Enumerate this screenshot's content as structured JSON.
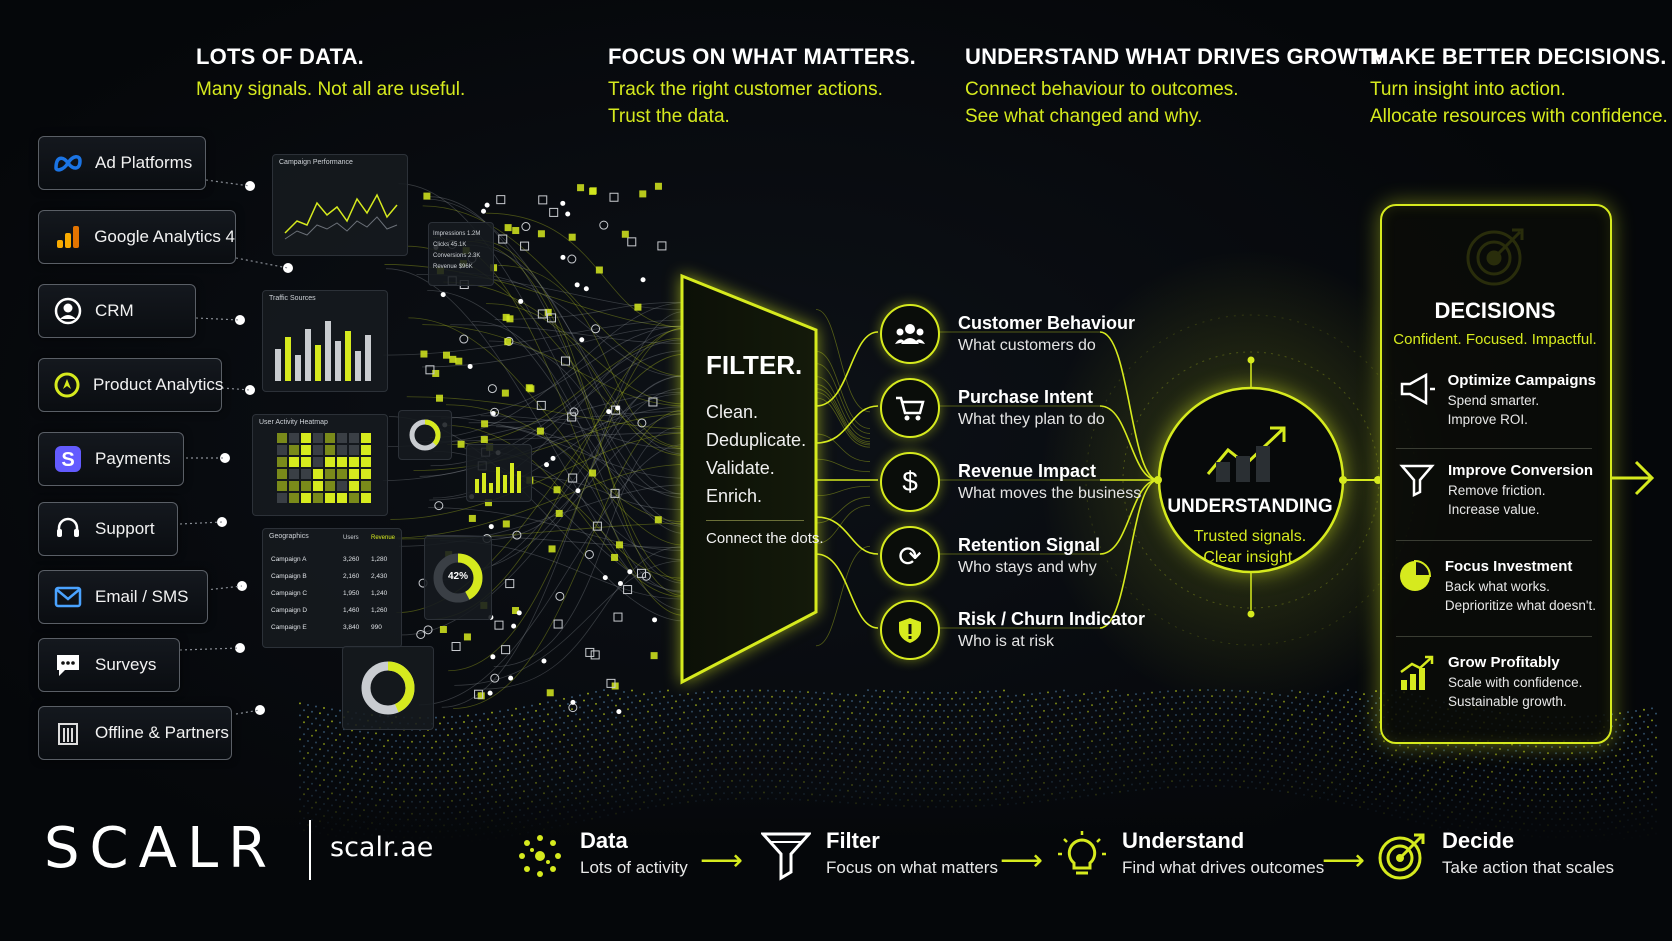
{
  "headers": [
    {
      "title": "LOTS OF DATA.",
      "lines": [
        "Many signals. Not all are useful."
      ]
    },
    {
      "title": "FOCUS ON WHAT MATTERS.",
      "lines": [
        "Track the right customer actions.",
        "Trust the data."
      ]
    },
    {
      "title": "UNDERSTAND WHAT DRIVES GROWTH.",
      "lines": [
        "Connect behaviour to outcomes.",
        "See what changed and why."
      ]
    },
    {
      "title": "MAKE BETTER DECISIONS.",
      "lines": [
        "Turn insight into action.",
        "Allocate resources with confidence."
      ]
    }
  ],
  "sources": [
    {
      "label": "Ad Platforms",
      "icon": "meta-icon"
    },
    {
      "label": "Google Analytics 4",
      "icon": "analytics-bars-icon"
    },
    {
      "label": "CRM",
      "icon": "user-circle-icon"
    },
    {
      "label": "Product Analytics",
      "icon": "compass-icon"
    },
    {
      "label": "Payments",
      "icon": "stripe-s-icon"
    },
    {
      "label": "Support",
      "icon": "headset-icon"
    },
    {
      "label": "Email / SMS",
      "icon": "envelope-icon"
    },
    {
      "label": "Surveys",
      "icon": "chat-bubble-icon"
    },
    {
      "label": "Offline & Partners",
      "icon": "building-icon"
    }
  ],
  "panels": {
    "campaign_title": "Campaign Performance",
    "traffic_title": "Traffic Sources",
    "heatmap_title": "User Activity Heatmap",
    "geo_title": "Geographics",
    "geo_cols": [
      "Users",
      "Revenue"
    ],
    "geo_rows": [
      {
        "name": "Campaign A",
        "users": "3,260",
        "revenue": "1,280"
      },
      {
        "name": "Campaign B",
        "users": "2,160",
        "revenue": "2,430"
      },
      {
        "name": "Campaign C",
        "users": "1,950",
        "revenue": "1,240"
      },
      {
        "name": "Campaign D",
        "users": "1,460",
        "revenue": "1,260"
      },
      {
        "name": "Campaign E",
        "users": "3,840",
        "revenue": "990"
      }
    ],
    "metrics": [
      {
        "label": "Impressions",
        "value": "1.2M"
      },
      {
        "label": "Clicks",
        "value": "45.1K"
      },
      {
        "label": "Conversions",
        "value": "2.3K"
      },
      {
        "label": "Revenue",
        "value": "$96K"
      }
    ],
    "donut_value": "42%"
  },
  "filter": {
    "title": "FILTER.",
    "lines": [
      "Clean.",
      "Deduplicate.",
      "Validate.",
      "Enrich."
    ],
    "connect": "Connect the dots."
  },
  "signals": [
    {
      "title": "Customer Behaviour",
      "sub": "What customers do",
      "icon": "people-icon"
    },
    {
      "title": "Purchase Intent",
      "sub": "What they plan to do",
      "icon": "cart-icon"
    },
    {
      "title": "Revenue Impact",
      "sub": "What moves the business",
      "icon": "dollar-icon"
    },
    {
      "title": "Retention Signal",
      "sub": "Who stays and why",
      "icon": "refresh-icon"
    },
    {
      "title": "Risk / Churn Indicator",
      "sub": "Who is at risk",
      "icon": "shield-alert-icon"
    }
  ],
  "understanding": {
    "title": "UNDERSTANDING",
    "lines": [
      "Trusted signals.",
      "Clear insight."
    ]
  },
  "decisions": {
    "title": "DECISIONS",
    "sub": "Confident. Focused. Impactful.",
    "items": [
      {
        "title": "Optimize Campaigns",
        "lines": [
          "Spend smarter.",
          "Improve ROI."
        ],
        "icon": "megaphone-icon"
      },
      {
        "title": "Improve Conversion",
        "lines": [
          "Remove friction.",
          "Increase value."
        ],
        "icon": "funnel-icon"
      },
      {
        "title": "Focus Investment",
        "lines": [
          "Back what works.",
          "Deprioritize what doesn't."
        ],
        "icon": "pie-chart-icon"
      },
      {
        "title": "Grow Profitably",
        "lines": [
          "Scale with confidence.",
          "Sustainable growth."
        ],
        "icon": "growth-chart-icon"
      }
    ]
  },
  "brand": {
    "logo": "SCALR",
    "site": "scalr.ae"
  },
  "steps": [
    {
      "title": "Data",
      "sub": "Lots of activity",
      "icon": "data-burst-icon"
    },
    {
      "title": "Filter",
      "sub": "Focus on what matters",
      "icon": "funnel-icon"
    },
    {
      "title": "Understand",
      "sub": "Find what drives outcomes",
      "icon": "lightbulb-icon"
    },
    {
      "title": "Decide",
      "sub": "Take action that scales",
      "icon": "target-icon"
    }
  ],
  "colors": {
    "accent": "#d6ea1e",
    "background": "#05070a",
    "text": "#ffffff"
  }
}
